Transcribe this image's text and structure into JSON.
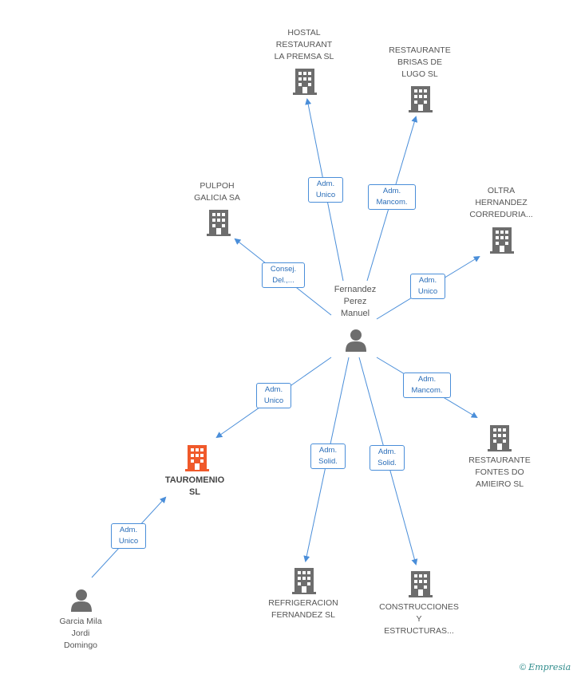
{
  "diagram": {
    "center_person": {
      "label": [
        "Fernandez",
        "Perez",
        "Manuel"
      ]
    },
    "second_person": {
      "label": [
        "Garcia Mila",
        "Jordi",
        "Domingo"
      ]
    },
    "companies": [
      {
        "id": "hostal",
        "label": [
          "HOSTAL",
          "RESTAURANT",
          "LA PREMSA SL"
        ]
      },
      {
        "id": "brisas",
        "label": [
          "RESTAURANTE",
          "BRISAS DE",
          "LUGO  SL"
        ]
      },
      {
        "id": "pulpoh",
        "label": [
          "PULPOH",
          "GALICIA SA"
        ]
      },
      {
        "id": "oltra",
        "label": [
          "OLTRA",
          "HERNANDEZ",
          "CORREDURIA..."
        ]
      },
      {
        "id": "fontes",
        "label": [
          "RESTAURANTE",
          "FONTES DO",
          "AMIEIRO SL"
        ]
      },
      {
        "id": "refrigeracion",
        "label": [
          "REFRIGERACION",
          "FERNANDEZ SL"
        ]
      },
      {
        "id": "construcciones",
        "label": [
          "CONSTRUCCIONES",
          "Y",
          "ESTRUCTURAS..."
        ]
      },
      {
        "id": "tauromenio",
        "label": [
          "TAUROMENIO",
          "SL"
        ]
      }
    ],
    "relations": [
      {
        "id": "r-hostal",
        "label": [
          "Adm.",
          "Unico"
        ]
      },
      {
        "id": "r-brisas",
        "label": [
          "Adm.",
          "Mancom."
        ]
      },
      {
        "id": "r-pulpoh",
        "label": [
          "Consej.",
          "Del.,..."
        ]
      },
      {
        "id": "r-oltra",
        "label": [
          "Adm.",
          "Unico"
        ]
      },
      {
        "id": "r-tauromenio",
        "label": [
          "Adm.",
          "Unico"
        ]
      },
      {
        "id": "r-fontes",
        "label": [
          "Adm.",
          "Mancom."
        ]
      },
      {
        "id": "r-refrigeracion",
        "label": [
          "Adm.",
          "Solid."
        ]
      },
      {
        "id": "r-construcciones",
        "label": [
          "Adm.",
          "Solid."
        ]
      },
      {
        "id": "r-garcia-tauromenio",
        "label": [
          "Adm.",
          "Unico"
        ]
      }
    ]
  },
  "colors": {
    "edge": "#4a8ed9",
    "company_icon": "#6d6d6d",
    "focus_icon": "#f0592a",
    "person_icon": "#6d6d6d"
  },
  "footer": {
    "copyright": "©",
    "brand": "Empresia"
  }
}
